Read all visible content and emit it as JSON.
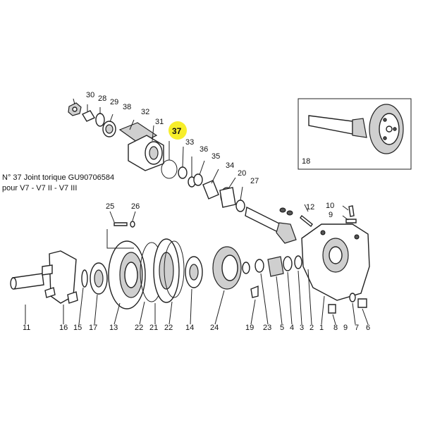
{
  "caption": {
    "line1": "N° 37 Joint torique GU90706584",
    "line2": "pour V7 - V7 II - V7 III"
  },
  "highlight": {
    "part": "37",
    "color": "#f7ee2a"
  },
  "part_numbers": {
    "p1": "1",
    "p2": "2",
    "p3": "3",
    "p4": "4",
    "p5": "5",
    "p6": "6",
    "p7": "7",
    "p8": "8",
    "p9": "9",
    "p10": "10",
    "p11": "11",
    "p12": "12",
    "p13": "13",
    "p14": "14",
    "p15": "15",
    "p16": "16",
    "p17": "17",
    "p18": "18",
    "p19": "19",
    "p20": "20",
    "p21": "21",
    "p22a": "22",
    "p22b": "22",
    "p23": "23",
    "p24": "24",
    "p25": "25",
    "p26": "26",
    "p27": "27",
    "p28": "28",
    "p29": "29",
    "p30": "30",
    "p31": "31",
    "p32": "32",
    "p33": "33",
    "p34": "34",
    "p35": "35",
    "p36": "36",
    "p37": "37",
    "p38": "38"
  }
}
